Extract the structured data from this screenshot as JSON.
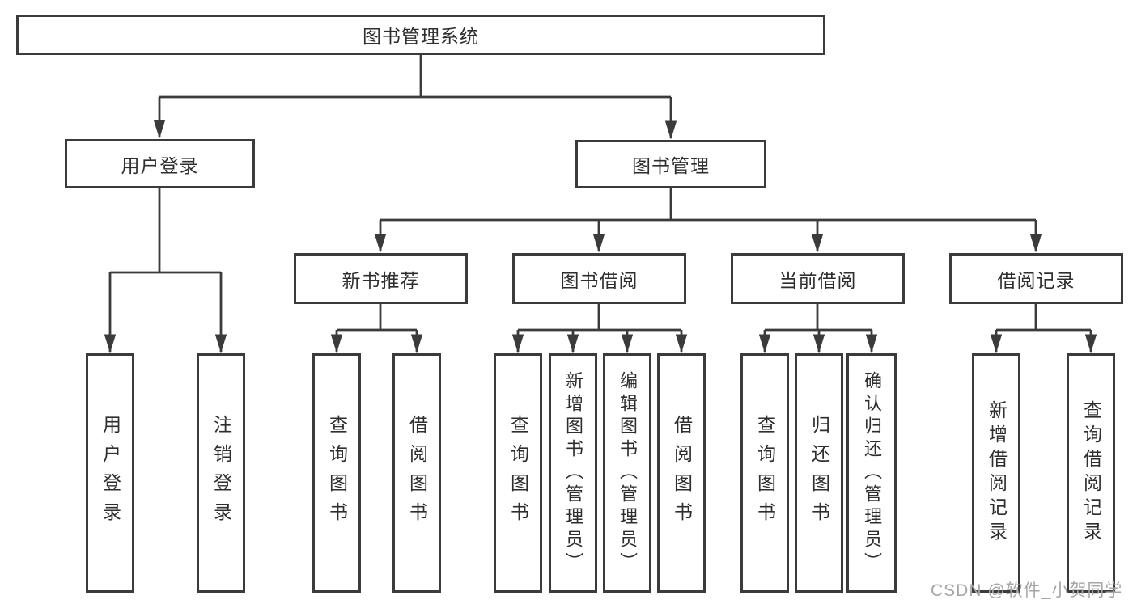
{
  "tree": {
    "root": "图书管理系统",
    "children": [
      {
        "label": "用户登录",
        "children": [
          "用户登录",
          "注销登录"
        ]
      },
      {
        "label": "图书管理",
        "children": [
          {
            "label": "新书推荐",
            "children": [
              "查询图书",
              "借阅图书"
            ]
          },
          {
            "label": "图书借阅",
            "children": [
              "查询图书",
              "新增图书（管理员）",
              "编辑图书（管理员）",
              "借阅图书"
            ]
          },
          {
            "label": "当前借阅",
            "children": [
              "查询图书",
              "归还图书",
              "确认归还（管理员）"
            ]
          },
          {
            "label": "借阅记录",
            "children": [
              "新增借阅记录",
              "查询借阅记录"
            ]
          }
        ]
      }
    ]
  },
  "watermark": {
    "text": "CSDN @软件_小贺同学"
  },
  "colors": {
    "line": "#3b3b3b",
    "border": "#3b3b3b",
    "text": "#2e2e2e",
    "watermark": "#a6a6a6",
    "background": "#ffffff"
  }
}
